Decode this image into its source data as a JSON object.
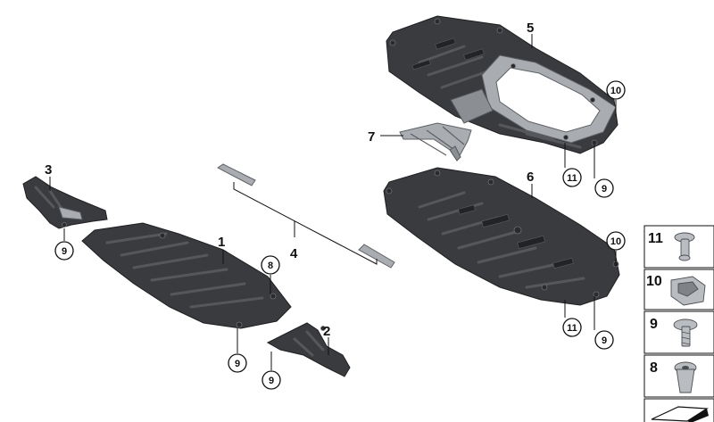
{
  "callouts": {
    "part_1": "1",
    "part_2": "2",
    "part_3": "3",
    "part_4": "4",
    "part_5": "5",
    "part_6": "6",
    "part_7": "7"
  },
  "circled": {
    "c8": "8",
    "c9a": "9",
    "c9b": "9",
    "c9c": "9",
    "c9d": "9",
    "c9e": "9",
    "c10a": "10",
    "c10b": "10",
    "c11a": "11",
    "c11b": "11"
  },
  "legend": {
    "item_11": "11",
    "item_10": "10",
    "item_9": "9",
    "item_8": "8"
  },
  "colors": {
    "panel": "#3a3b3e",
    "metal": "#a9acb0",
    "ink": "#111111"
  }
}
